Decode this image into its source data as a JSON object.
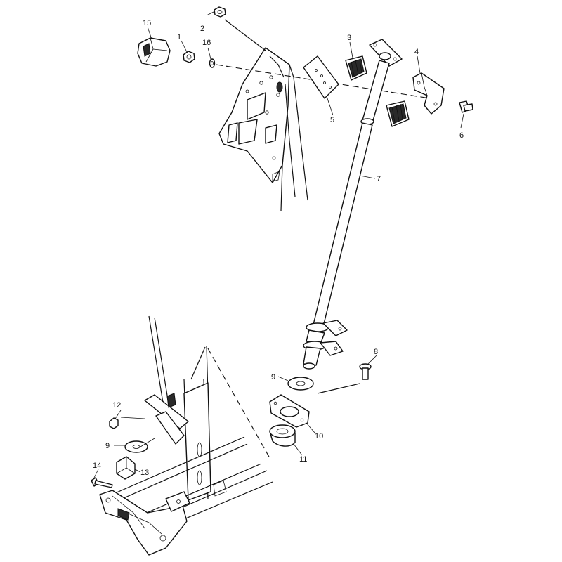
{
  "callouts": {
    "c1": "1",
    "c2": "2",
    "c3": "3",
    "c4": "4",
    "c5": "5",
    "c6": "6",
    "c7": "7",
    "c8": "8",
    "c9a": "9",
    "c9b": "9",
    "c10": "10",
    "c11": "11",
    "c12": "12",
    "c13": "13",
    "c14": "14",
    "c15": "15",
    "c16": "16"
  },
  "parts": [
    {
      "id": "1",
      "icon": "hex-nut-icon"
    },
    {
      "id": "2",
      "icon": "flange-nut-icon"
    },
    {
      "id": "3",
      "icon": "bushing-half-icon"
    },
    {
      "id": "4",
      "icon": "clamp-bracket-icon"
    },
    {
      "id": "5",
      "icon": "plate-icon"
    },
    {
      "id": "6",
      "icon": "bolt-icon"
    },
    {
      "id": "7",
      "icon": "steering-column-icon"
    },
    {
      "id": "8",
      "icon": "bolt-icon"
    },
    {
      "id": "9",
      "icon": "washer-icon"
    },
    {
      "id": "10",
      "icon": "flange-plate-icon"
    },
    {
      "id": "11",
      "icon": "bushing-icon"
    },
    {
      "id": "12",
      "icon": "nut-icon"
    },
    {
      "id": "13",
      "icon": "spacer-icon"
    },
    {
      "id": "14",
      "icon": "bolt-icon"
    },
    {
      "id": "15",
      "icon": "cap-nut-icon"
    },
    {
      "id": "16",
      "icon": "washer-icon"
    }
  ]
}
